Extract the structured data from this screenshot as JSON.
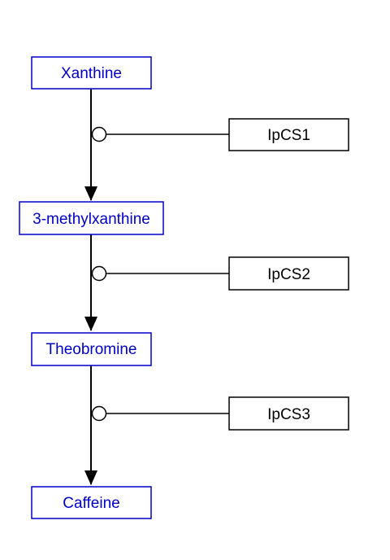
{
  "pathway": {
    "compounds": [
      {
        "label": "Xanthine"
      },
      {
        "label": "3-methylxanthine"
      },
      {
        "label": "Theobromine"
      },
      {
        "label": "Caffeine"
      }
    ],
    "enzymes": [
      {
        "label": "IpCS1"
      },
      {
        "label": "IpCS2"
      },
      {
        "label": "IpCS3"
      }
    ]
  },
  "colors": {
    "compound": "#0000cc",
    "enzyme": "#000000",
    "background": "#ffffff"
  }
}
